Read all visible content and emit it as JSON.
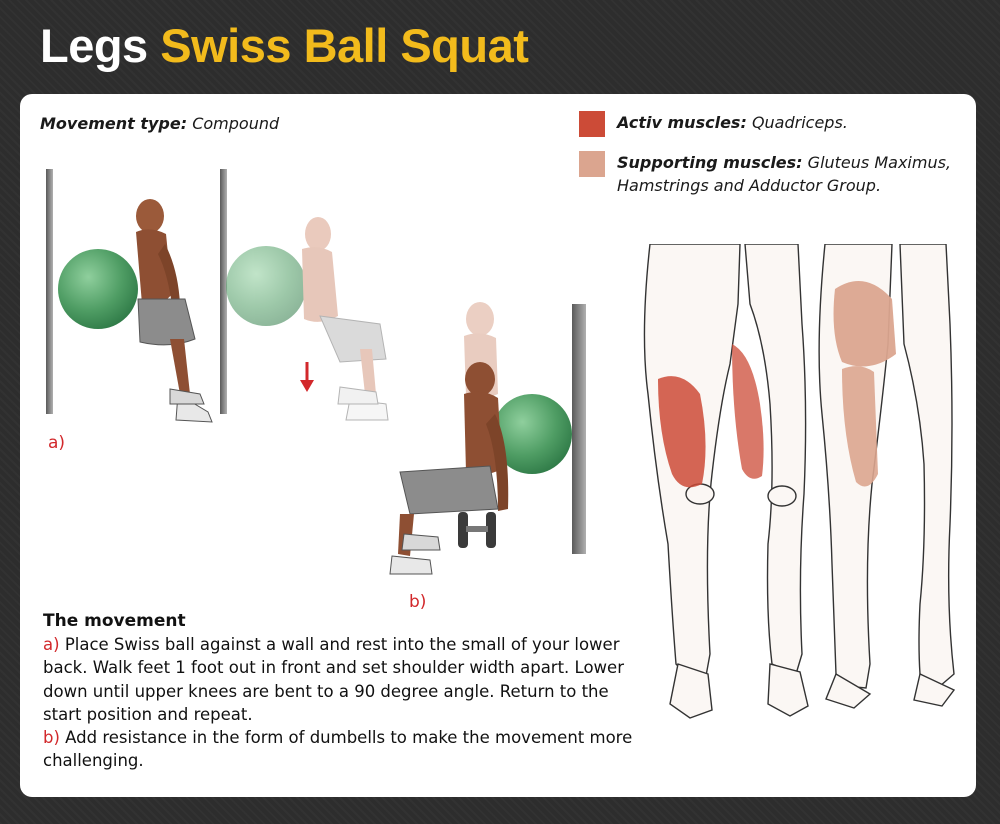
{
  "title": {
    "word1": "Legs",
    "word2": "Swiss Ball Squat"
  },
  "colors": {
    "title_accent": "#f2bb1c",
    "active": "#cc4b37",
    "supporting": "#dba58f",
    "label_red": "#d2282b",
    "background": "#2d2d2d"
  },
  "movement_type": {
    "label": "Movement type:",
    "value": "Compound"
  },
  "legend": [
    {
      "label": "Activ muscles:",
      "value": "Quadriceps."
    },
    {
      "label": "Supporting muscles:",
      "value": "Gluteus Maximus, Hamstrings and Adductor Group."
    }
  ],
  "figures": {
    "a": "a)",
    "b": "b)"
  },
  "movement": {
    "heading": "The movement",
    "steps": [
      {
        "marker": "a)",
        "text": "Place Swiss ball against a wall and rest into the small of your lower back. Walk feet 1 foot out in  front and set shoulder width apart. Lower down until upper knees are bent to a 90 degree angle. Return to the start position and repeat."
      },
      {
        "marker": "b)",
        "text": "Add resistance in the form of dumbells to make the movement more challenging."
      }
    ]
  }
}
